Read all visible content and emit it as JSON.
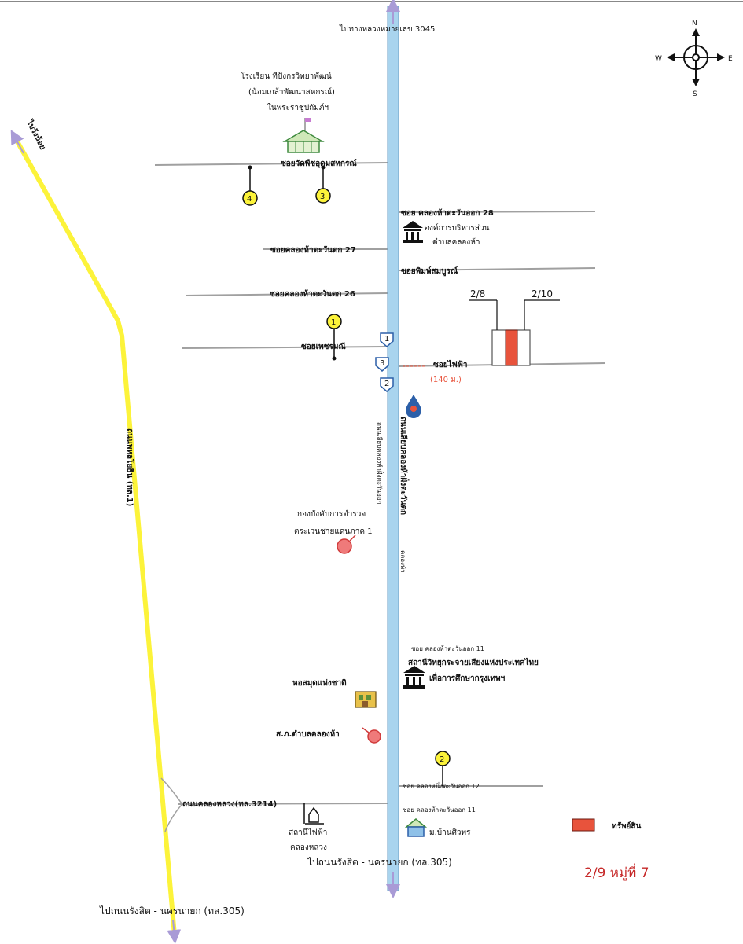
{
  "map": {
    "compass": {
      "n": "N",
      "s": "S",
      "e": "E",
      "w": "W"
    },
    "top_road": "ไปทางหลวงหมายเลข 3045",
    "bottom_road_main": "ไปถนนรังสิต - นครนายก (ทล.305)",
    "bottom_road_left": "ไปถนนรังสิต - นครนายก (ทล.305)",
    "left_top_direction": "ไปวังน้อย",
    "yellow_highway": "ถนนพหลโยธิน (ทล.1)",
    "main_road_label": "ถนนเลียบคลองห้าฝั่งตะวันตก",
    "main_road_sublabel": "ถนนเลียบคลองห้าฝั่งตะวันออก",
    "main_road_small": "คลองห้า",
    "school": {
      "line1": "โรงเรียน ทีปังกรวิทยาพัฒน์",
      "line2": "(น้อมเกล้าพัฒนาสหกรณ์)",
      "line3": "ในพระราชูปถัมภ์ฯ"
    },
    "sois": [
      "ซอยวัดพืชอุดมสหกรณ์",
      "ซอย คลองห้าตะวันออก 28",
      "ซอยคลองห้าตะวันตก 27",
      "ซอยพิมพ์สมบูรณ์",
      "ซอยคลองห้าตะวันตก 26",
      "ซอยเพชรมณี",
      "ซอยไฟฟ้า",
      "ซอย คลองห้าตะวันออก 11",
      "ซอย คลองหนึ่งตะวันออก 12",
      "ซอย คลองห้าตะวันออก 11",
      "ถนนคลองหลวง(ทล.3214)"
    ],
    "tambon_office": {
      "line1": "องค์การบริหารส่วน",
      "line2": "ตำบลคลองห้า"
    },
    "distance": "(140 ม.)",
    "police": {
      "line1": "กองบังคับการตำรวจ",
      "line2": "ตระเวนชายแดนภาค 1"
    },
    "radio": {
      "line1": "สถานีวิทยุกระจายเสียงแห่งประเทศไทย",
      "line2": "เพื่อการศึกษากรุงเทพฯ"
    },
    "library": "หอสมุดแห่งชาติ",
    "health": "ส.ภ.ตำบลคลองห้า",
    "electric": {
      "line1": "สถานีไฟฟ้า",
      "line2": "คลองหลวง"
    },
    "village": "ม.บ้านศิวพร",
    "plots": [
      "2/8",
      "2/10"
    ],
    "markers": [
      "1",
      "2",
      "3",
      "4"
    ],
    "shields": [
      "1",
      "3",
      "2"
    ],
    "legend_label": "ทรัพย์สิน",
    "property_caption": "2/9  หมู่ที่ 7",
    "colors": {
      "canal": "#a9d4ee",
      "highway": "#fcf33a",
      "property": "#e8533c",
      "caption": "#c62828"
    }
  }
}
